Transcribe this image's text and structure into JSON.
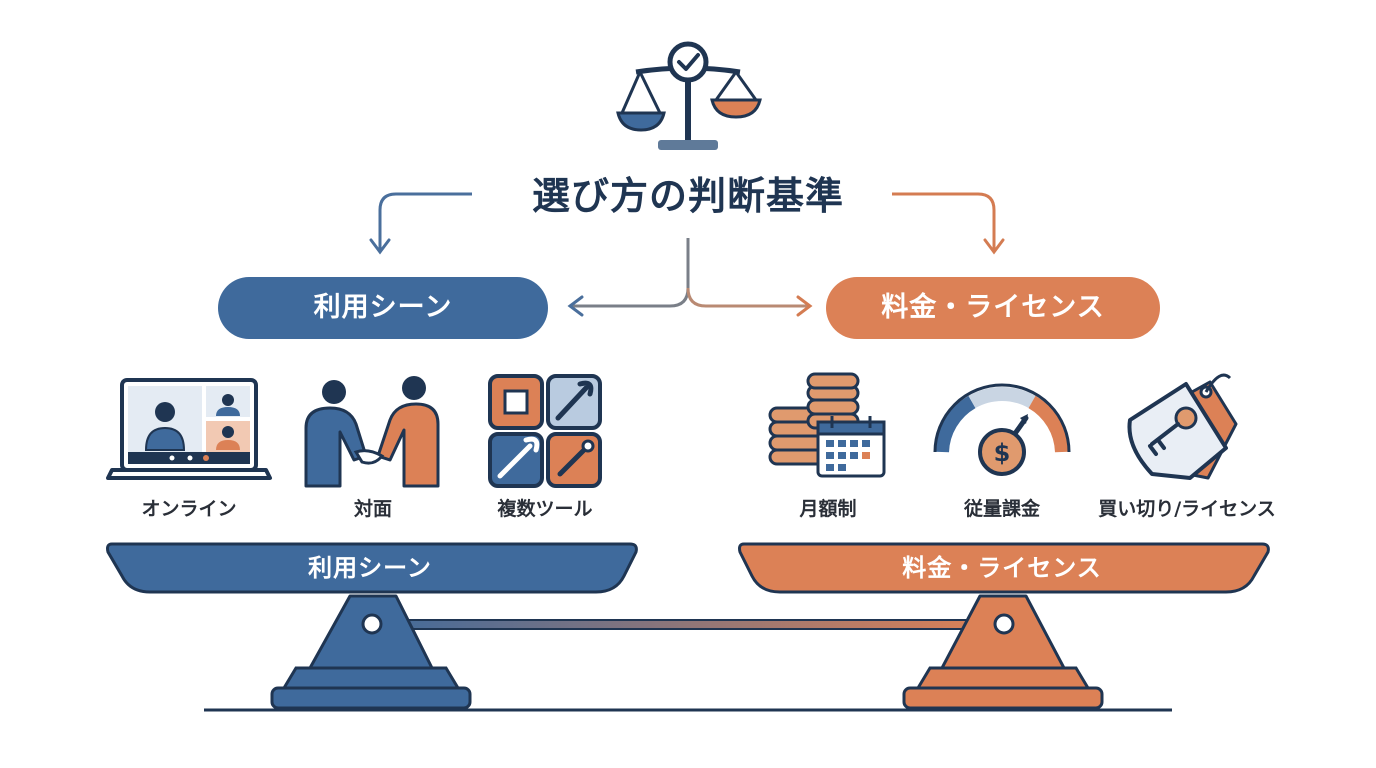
{
  "title": "選び方の判断基準",
  "left": {
    "header": "利用シーン",
    "items": [
      {
        "label": "オンライン",
        "icon": "video-conference-icon"
      },
      {
        "label": "対面",
        "icon": "handshake-icon"
      },
      {
        "label": "複数ツール",
        "icon": "tools-grid-icon"
      }
    ],
    "beam_label": "利用シーン"
  },
  "right": {
    "header": "料金・ライセンス",
    "items": [
      {
        "label": "月額制",
        "icon": "coins-calendar-icon"
      },
      {
        "label": "従量課金",
        "icon": "usage-gauge-icon"
      },
      {
        "label": "買い切り/ライセンス",
        "icon": "license-key-tag-icon"
      }
    ],
    "beam_label": "料金・ライセンス"
  },
  "colors": {
    "navy": "#1f3552",
    "blue": "#3f6a9c",
    "orange": "#dc8156",
    "line_gray": "#7a7f88"
  }
}
